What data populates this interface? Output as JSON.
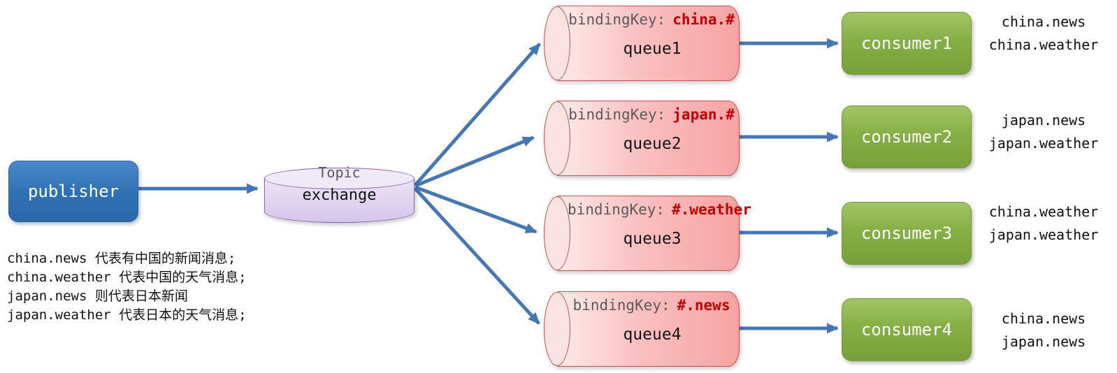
{
  "diagram": {
    "publisher": {
      "label": "publisher"
    },
    "exchange": {
      "type_label": "Topic",
      "label": "exchange"
    },
    "queues": [
      {
        "binding_label": "bindingKey:",
        "binding_key": "china.#",
        "name": "queue1"
      },
      {
        "binding_label": "bindingKey:",
        "binding_key": "japan.#",
        "name": "queue2"
      },
      {
        "binding_label": "bindingKey:",
        "binding_key": "#.weather",
        "name": "queue3"
      },
      {
        "binding_label": "bindingKey:",
        "binding_key": "#.news",
        "name": "queue4"
      }
    ],
    "consumers": [
      {
        "label": "consumer1",
        "routing_keys": [
          "china.news",
          "china.weather"
        ]
      },
      {
        "label": "consumer2",
        "routing_keys": [
          "japan.news",
          "japan.weather"
        ]
      },
      {
        "label": "consumer3",
        "routing_keys": [
          "china.weather",
          "japan.weather"
        ]
      },
      {
        "label": "consumer4",
        "routing_keys": [
          "china.news",
          "japan.news"
        ]
      }
    ],
    "notes": [
      "china.news 代表有中国的新闻消息;",
      "china.weather 代表中国的天气消息;",
      "japan.news 则代表日本新闻",
      "japan.weather 代表日本的天气消息;"
    ],
    "colors": {
      "publisher_fill": "#3576bc",
      "publisher_border": "#2a64a4",
      "exchange_fill": "#e4d9f2",
      "exchange_border": "#8a67b0",
      "exchange_type_text": "#595959",
      "queue_fill": "#f8b0b0",
      "queue_border": "#c8504e",
      "binding_key_text": "#c00000",
      "consumer_fill": "#88b14b",
      "consumer_border": "#75973d",
      "arrow": "#4577b5",
      "text_dark": "#111111"
    }
  }
}
